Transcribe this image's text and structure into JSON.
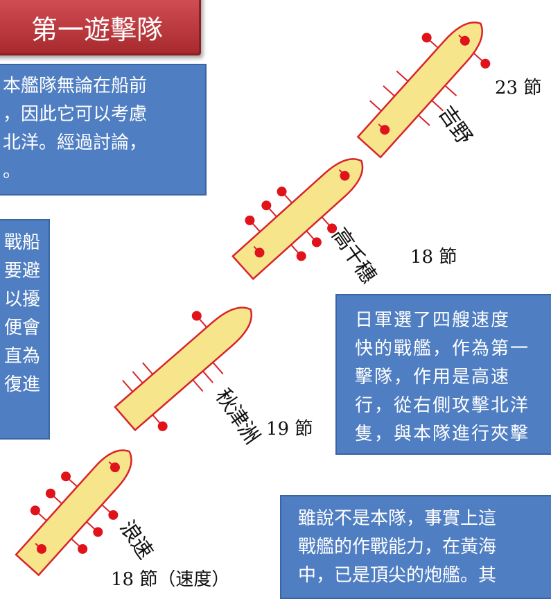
{
  "title": "第一遊擊隊",
  "paragraphs": {
    "top_left": [
      "本艦隊無論在船前",
      "，因此它可以考慮",
      "北洋。經過討論，",
      "。"
    ],
    "mid_left": [
      "戰船",
      "要避",
      "以擾",
      "便會",
      "直為",
      "復進"
    ],
    "mid_right": [
      "日軍選了四艘速度",
      "快的戰艦，作為第一",
      "擊隊，作用是高速",
      "行，從右側攻擊北洋",
      "隻，與本隊進行夾擊"
    ],
    "bottom_right": [
      "雖說不是本隊，事實上這",
      "戰艦的作戰能力，在黃海",
      "中，已是頂尖的炮艦。其"
    ]
  },
  "ships": [
    {
      "name": "吉野",
      "speed": "23 節"
    },
    {
      "name": "高千穗",
      "speed": "18 節"
    },
    {
      "name": "秋津洲",
      "speed": "19 節"
    },
    {
      "name": "浪速",
      "speed": "18 節（速度）"
    }
  ],
  "colors": {
    "ship_fill": "#f6e58a",
    "ship_outline": "#d8232a",
    "marker": "#e0121a",
    "text_box": "#4f7ec2",
    "title_box": "#c0393e"
  }
}
